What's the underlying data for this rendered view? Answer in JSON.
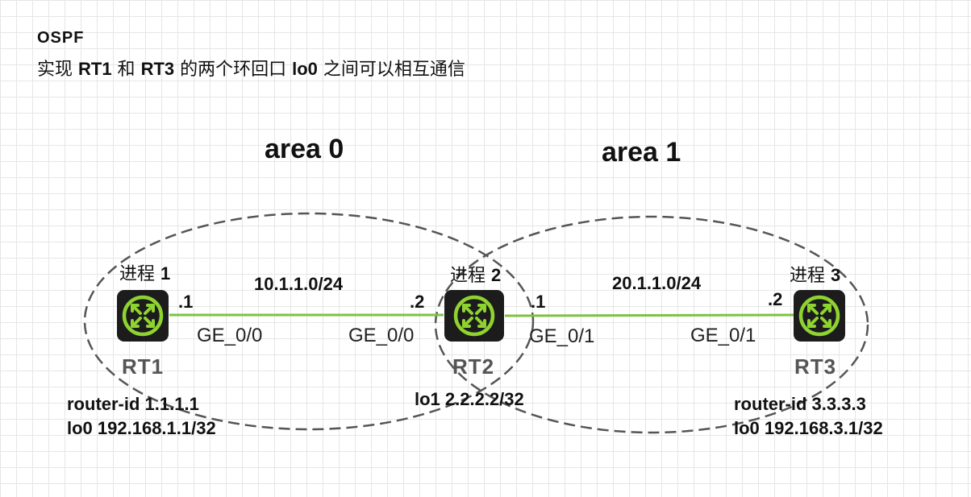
{
  "header": {
    "title": "OSPF",
    "subtitle_parts": [
      "实现 ",
      "RT1",
      " 和 ",
      "RT3",
      " 的两个环回口 ",
      "lo0",
      " 之间可以相互通信"
    ]
  },
  "areas": [
    {
      "label": "area 0"
    },
    {
      "label": "area 1"
    }
  ],
  "routers": [
    {
      "name": "RT1",
      "process_label": "进程",
      "process_num": "1",
      "info": [
        "router-id 1.1.1.1",
        "lo0 192.168.1.1/32"
      ]
    },
    {
      "name": "RT2",
      "process_label": "进程",
      "process_num": "2",
      "info": [
        "lo1 2.2.2.2/32"
      ]
    },
    {
      "name": "RT3",
      "process_label": "进程",
      "process_num": "3",
      "info": [
        "router-id 3.3.3.3",
        "lo0 192.168.3.1/32"
      ]
    }
  ],
  "links": [
    {
      "network": "10.1.1.0/24",
      "left_ip": ".1",
      "right_ip": ".2",
      "left_port": "GE_0/0",
      "right_port": "GE_0/0"
    },
    {
      "network": "20.1.1.0/24",
      "left_ip": ".1",
      "right_ip": ".2",
      "left_port": "GE_0/1",
      "right_port": "GE_0/1"
    }
  ],
  "colors": {
    "link": "#7dc242",
    "router_body": "#1c1c1c",
    "router_ring": "#8fd331",
    "area_outline": "#555555",
    "router_label": "#555555"
  }
}
